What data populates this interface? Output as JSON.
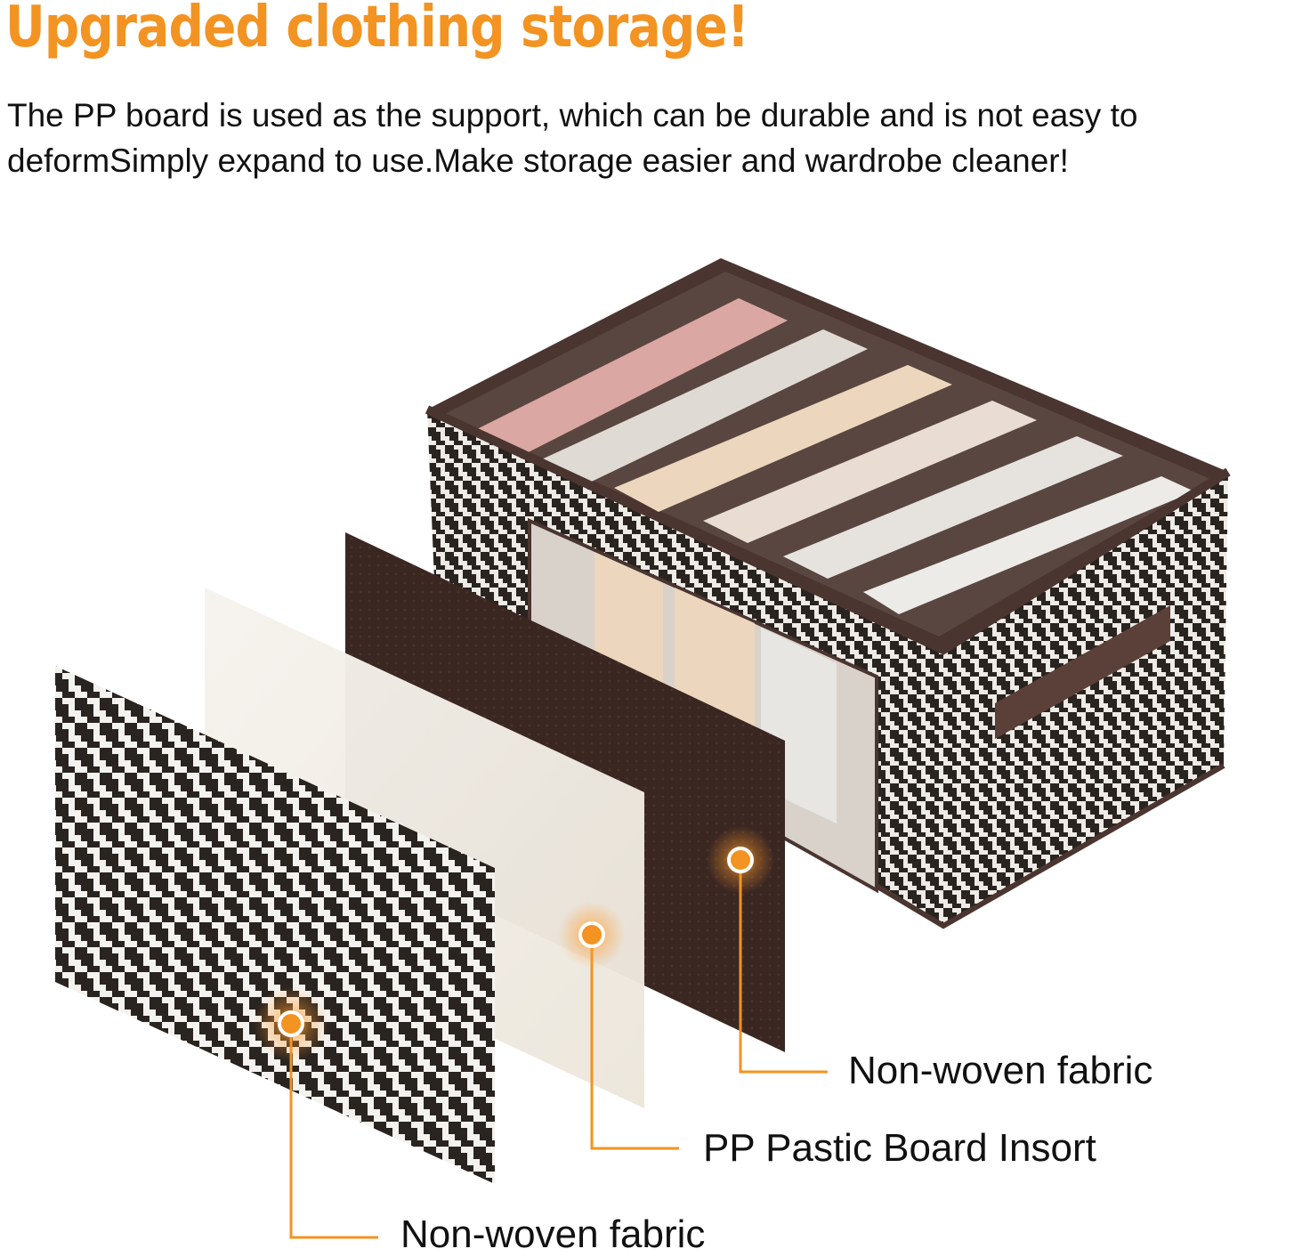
{
  "headline": "Upgraded clothing storage!",
  "description": {
    "line1": "The PP board is used as the support, which can be durable and is not easy to",
    "line2": "deformSimply expand to use.Make storage easier and wardrobe cleaner!"
  },
  "layers": [
    {
      "label": "Non-woven fabric"
    },
    {
      "label": "PP Pastic Board Insort"
    },
    {
      "label": "Non-woven fabric"
    }
  ],
  "colors": {
    "accent": "#f39322",
    "brown": "#3e2a24",
    "houndstooth_dark": "#2a2420",
    "board": "#f3efe8"
  }
}
